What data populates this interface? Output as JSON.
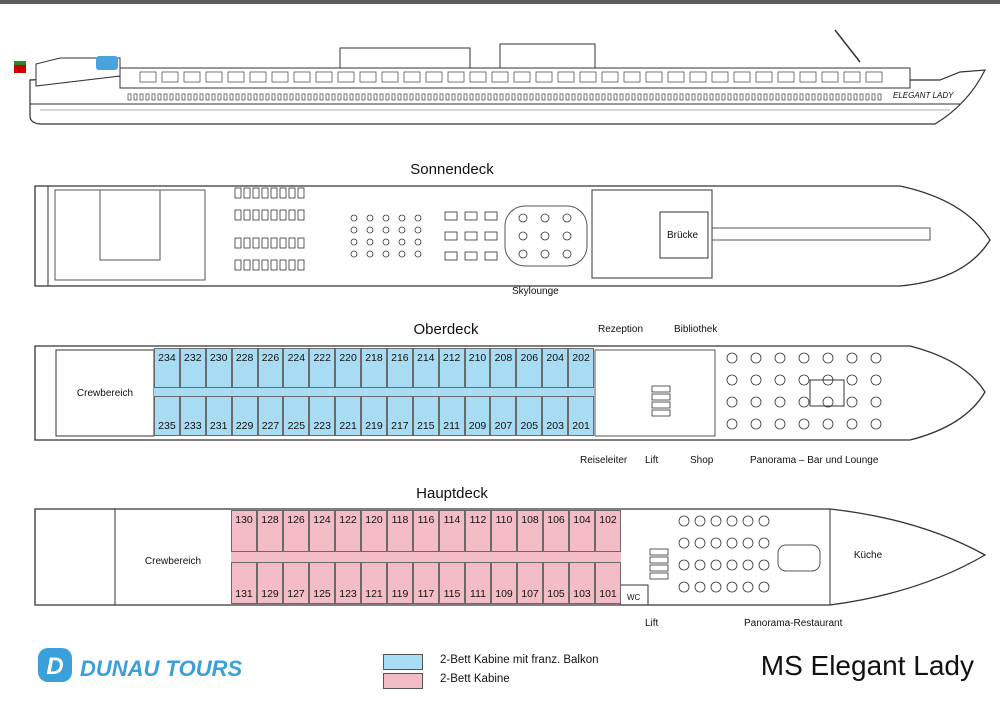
{
  "ship": {
    "side_label": "ELEGANT LADY",
    "name": "MS Elegant Lady"
  },
  "brand": {
    "letter": "D",
    "name": "DUNAU TOURS"
  },
  "decks": {
    "sonnendeck": {
      "title": "Sonnendeck",
      "labels": {
        "bridge": "Brücke",
        "skylounge": "Skylounge"
      }
    },
    "oberdeck": {
      "title": "Oberdeck",
      "crew": "Crewbereich",
      "cabins_top": [
        "234",
        "232",
        "230",
        "228",
        "226",
        "224",
        "222",
        "220",
        "218",
        "216",
        "214",
        "212",
        "210",
        "208",
        "206",
        "204",
        "202"
      ],
      "cabins_bottom": [
        "235",
        "233",
        "231",
        "229",
        "227",
        "225",
        "223",
        "221",
        "219",
        "217",
        "215",
        "211",
        "209",
        "207",
        "205",
        "203",
        "201"
      ],
      "labels": {
        "rezeption": "Rezeption",
        "bibliothek": "Bibliothek",
        "reiseleiter": "Reiseleiter",
        "lift": "Lift",
        "shop": "Shop",
        "panorama_bar": "Panorama – Bar und Lounge"
      }
    },
    "hauptdeck": {
      "title": "Hauptdeck",
      "crew": "Crewbereich",
      "cabins_top": [
        "130",
        "128",
        "126",
        "124",
        "122",
        "120",
        "118",
        "116",
        "114",
        "112",
        "110",
        "108",
        "106",
        "104",
        "102"
      ],
      "cabins_bottom": [
        "131",
        "129",
        "127",
        "125",
        "123",
        "121",
        "119",
        "117",
        "115",
        "111",
        "109",
        "107",
        "105",
        "103",
        "101"
      ],
      "labels": {
        "wc": "WC",
        "kueche": "Küche",
        "lift": "Lift",
        "restaurant": "Panorama-Restaurant"
      }
    }
  },
  "legend": [
    {
      "color": "#a8dcf2",
      "label": "2-Bett Kabine mit franz. Balkon"
    },
    {
      "color": "#f4bcc6",
      "label": "2-Bett Kabine"
    }
  ]
}
